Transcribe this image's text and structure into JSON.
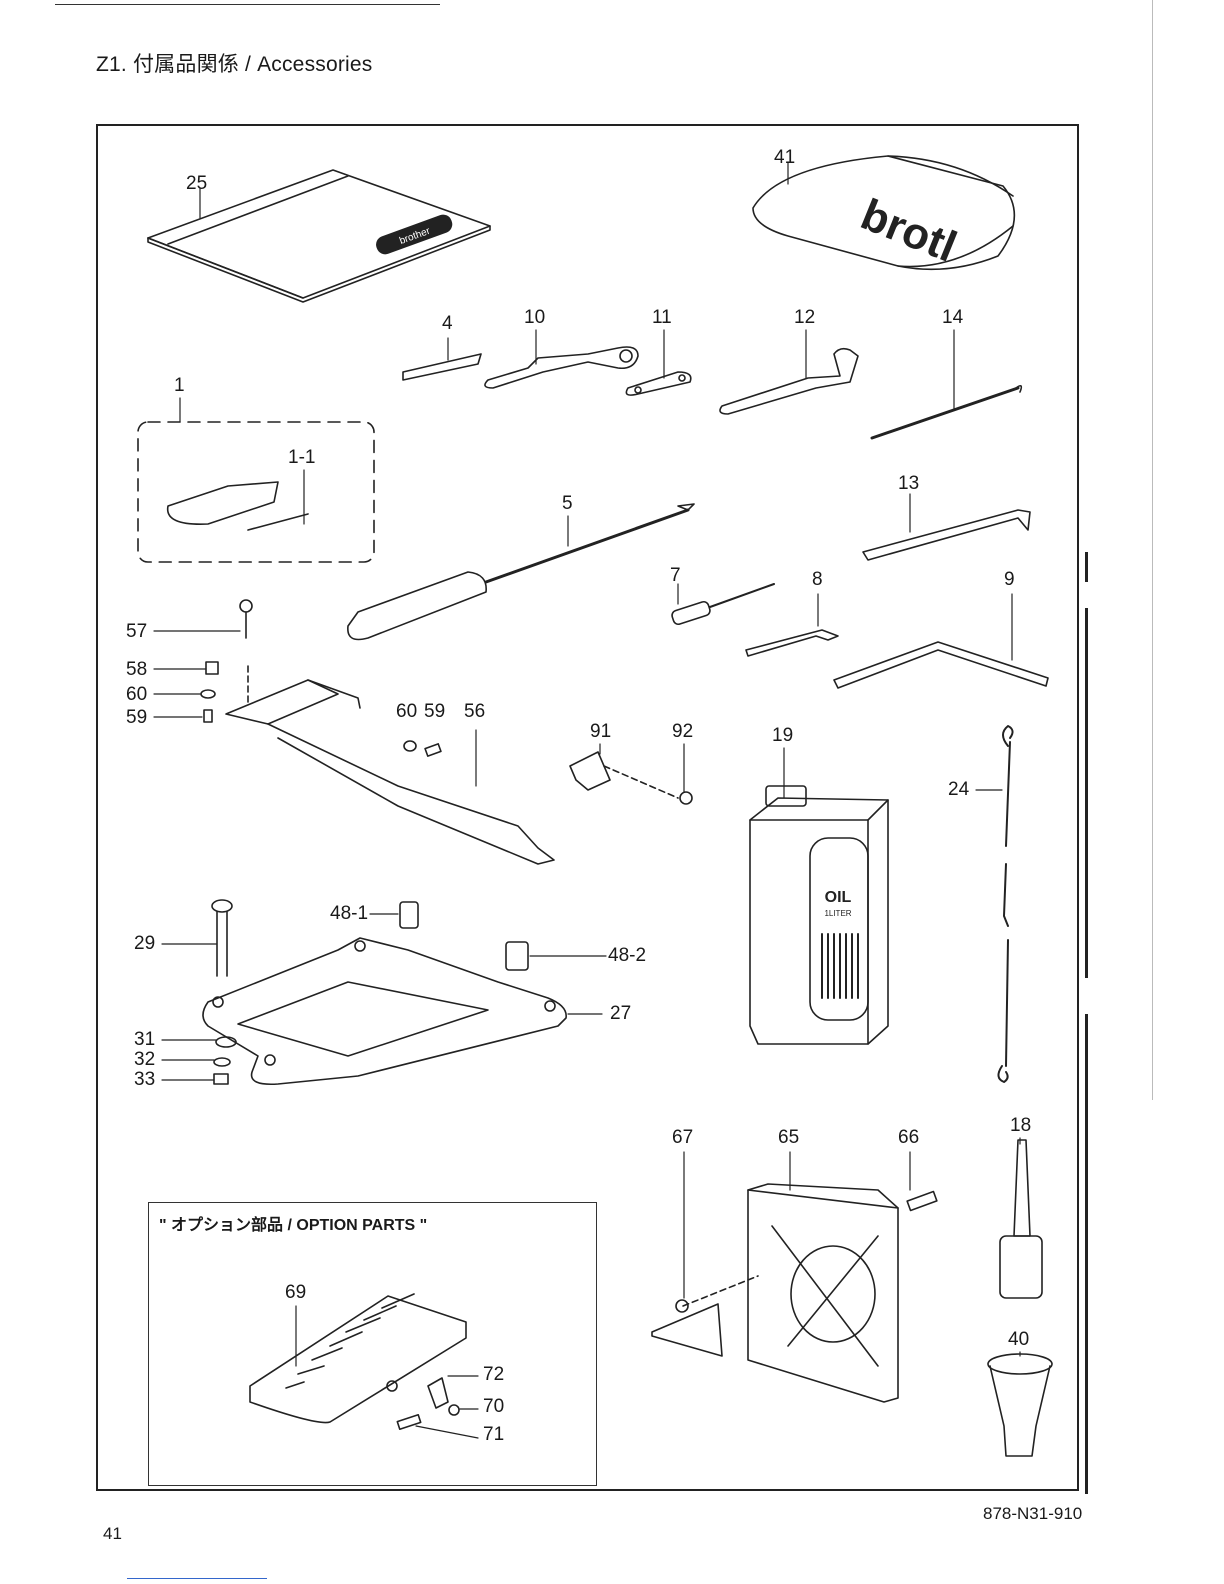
{
  "header": {
    "title": "Z1. 付属品関係 / Accessories"
  },
  "callouts": {
    "c25": "25",
    "c41": "41",
    "c4": "4",
    "c10": "10",
    "c11": "11",
    "c12": "12",
    "c14": "14",
    "c1": "1",
    "c1_1": "1-1",
    "c5": "5",
    "c13": "13",
    "c7": "7",
    "c8": "8",
    "c9": "9",
    "c57": "57",
    "c58": "58",
    "c60a": "60",
    "c59a": "59",
    "c60b": "60",
    "c59b": "59",
    "c56": "56",
    "c91": "91",
    "c92": "92",
    "c19": "19",
    "c24": "24",
    "c48_1": "48-1",
    "c48_2": "48-2",
    "c29": "29",
    "c27": "27",
    "c31": "31",
    "c32": "32",
    "c33": "33",
    "c67": "67",
    "c65": "65",
    "c66": "66",
    "c18": "18",
    "c40": "40",
    "c69": "69",
    "c72": "72",
    "c70": "70",
    "c71": "71"
  },
  "option_parts": {
    "title": "\" オプション部品 / OPTION PARTS \""
  },
  "artwork_text": {
    "manual_brand": "brother",
    "cover_brand": "brotl",
    "oil_label": "OIL",
    "oil_volume": "1LITER"
  },
  "footer": {
    "page_number": "41",
    "document_code": "878-N31-910"
  }
}
